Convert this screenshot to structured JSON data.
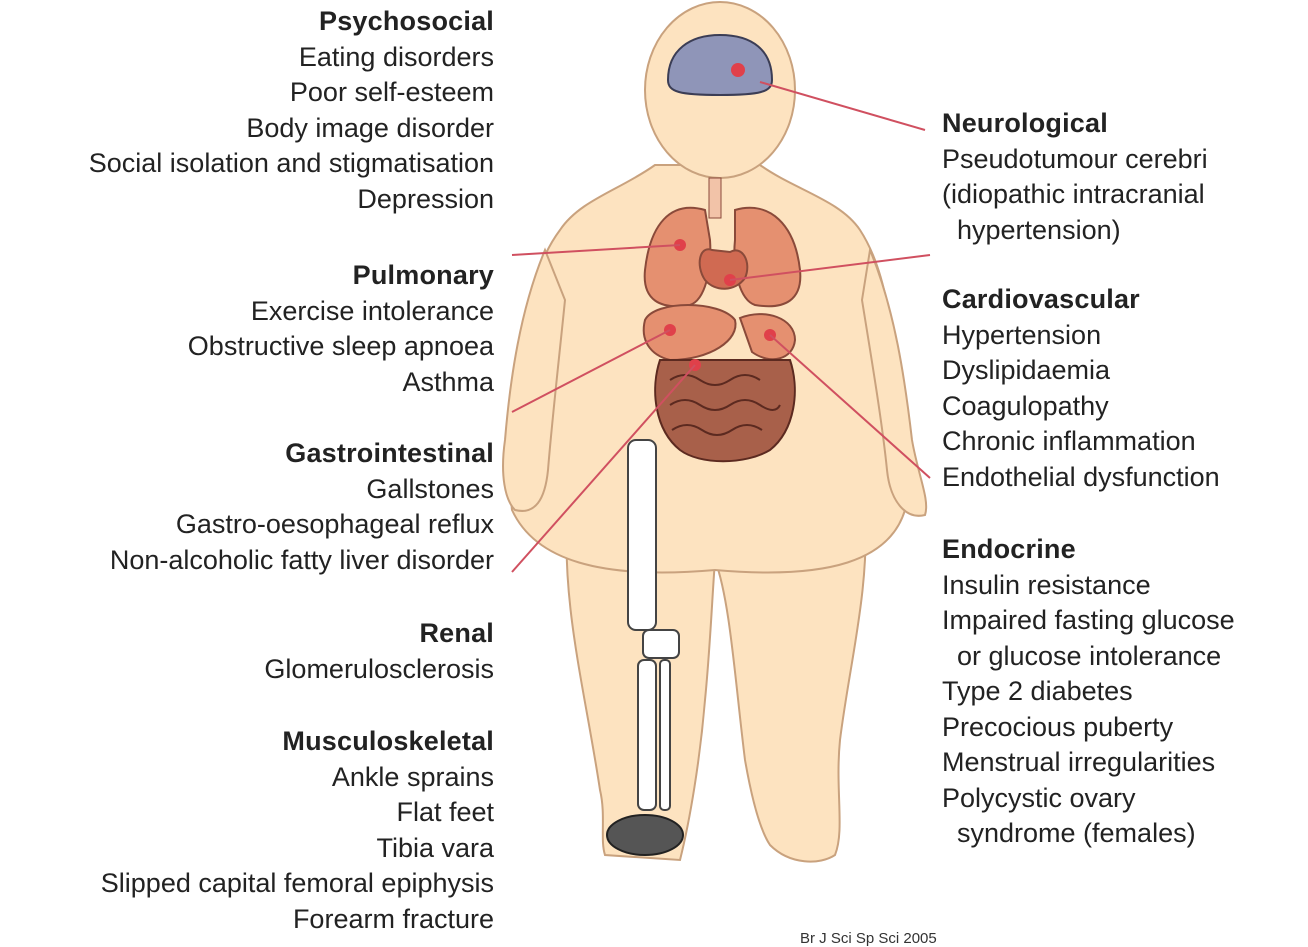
{
  "left_groups": [
    {
      "heading": "Psychosocial",
      "items": [
        "Eating disorders",
        "Poor self-esteem",
        "Body image disorder",
        "Social isolation and stigmatisation",
        "Depression"
      ]
    },
    {
      "heading": "Pulmonary",
      "items": [
        "Exercise intolerance",
        "Obstructive sleep apnoea",
        "Asthma"
      ]
    },
    {
      "heading": "Gastrointestinal",
      "items": [
        "Gallstones",
        "Gastro-oesophageal reflux",
        "Non-alcoholic fatty liver disorder"
      ]
    },
    {
      "heading": "Renal",
      "items": [
        "Glomerulosclerosis"
      ]
    },
    {
      "heading": "Musculoskeletal",
      "items": [
        "Ankle sprains",
        "Flat feet",
        "Tibia vara",
        "Slipped capital femoral epiphysis",
        "Forearm fracture"
      ]
    }
  ],
  "right_groups": [
    {
      "heading": "Neurological",
      "items": [
        "Pseudotumour cerebri",
        "(idiopathic intracranial",
        "  hypertension)"
      ]
    },
    {
      "heading": "Cardiovascular",
      "items": [
        "Hypertension",
        "Dyslipidaemia",
        "Coagulopathy",
        "Chronic inflammation",
        "Endothelial dysfunction"
      ]
    },
    {
      "heading": "Endocrine",
      "items": [
        "Insulin resistance",
        "Impaired fasting glucose",
        "  or glucose intolerance",
        "Type 2 diabetes",
        "Precocious puberty",
        "Menstrual irregularities",
        "Polycystic ovary",
        "  syndrome (females)"
      ]
    }
  ],
  "citation": "Br J Sci Sp Sci 2005",
  "colors": {
    "skin": "#fde3c0",
    "outline": "#c9a27e",
    "organ": "#e59070",
    "organ_dark": "#8a4a3a",
    "connector": "#d05060",
    "text": "#222222"
  }
}
